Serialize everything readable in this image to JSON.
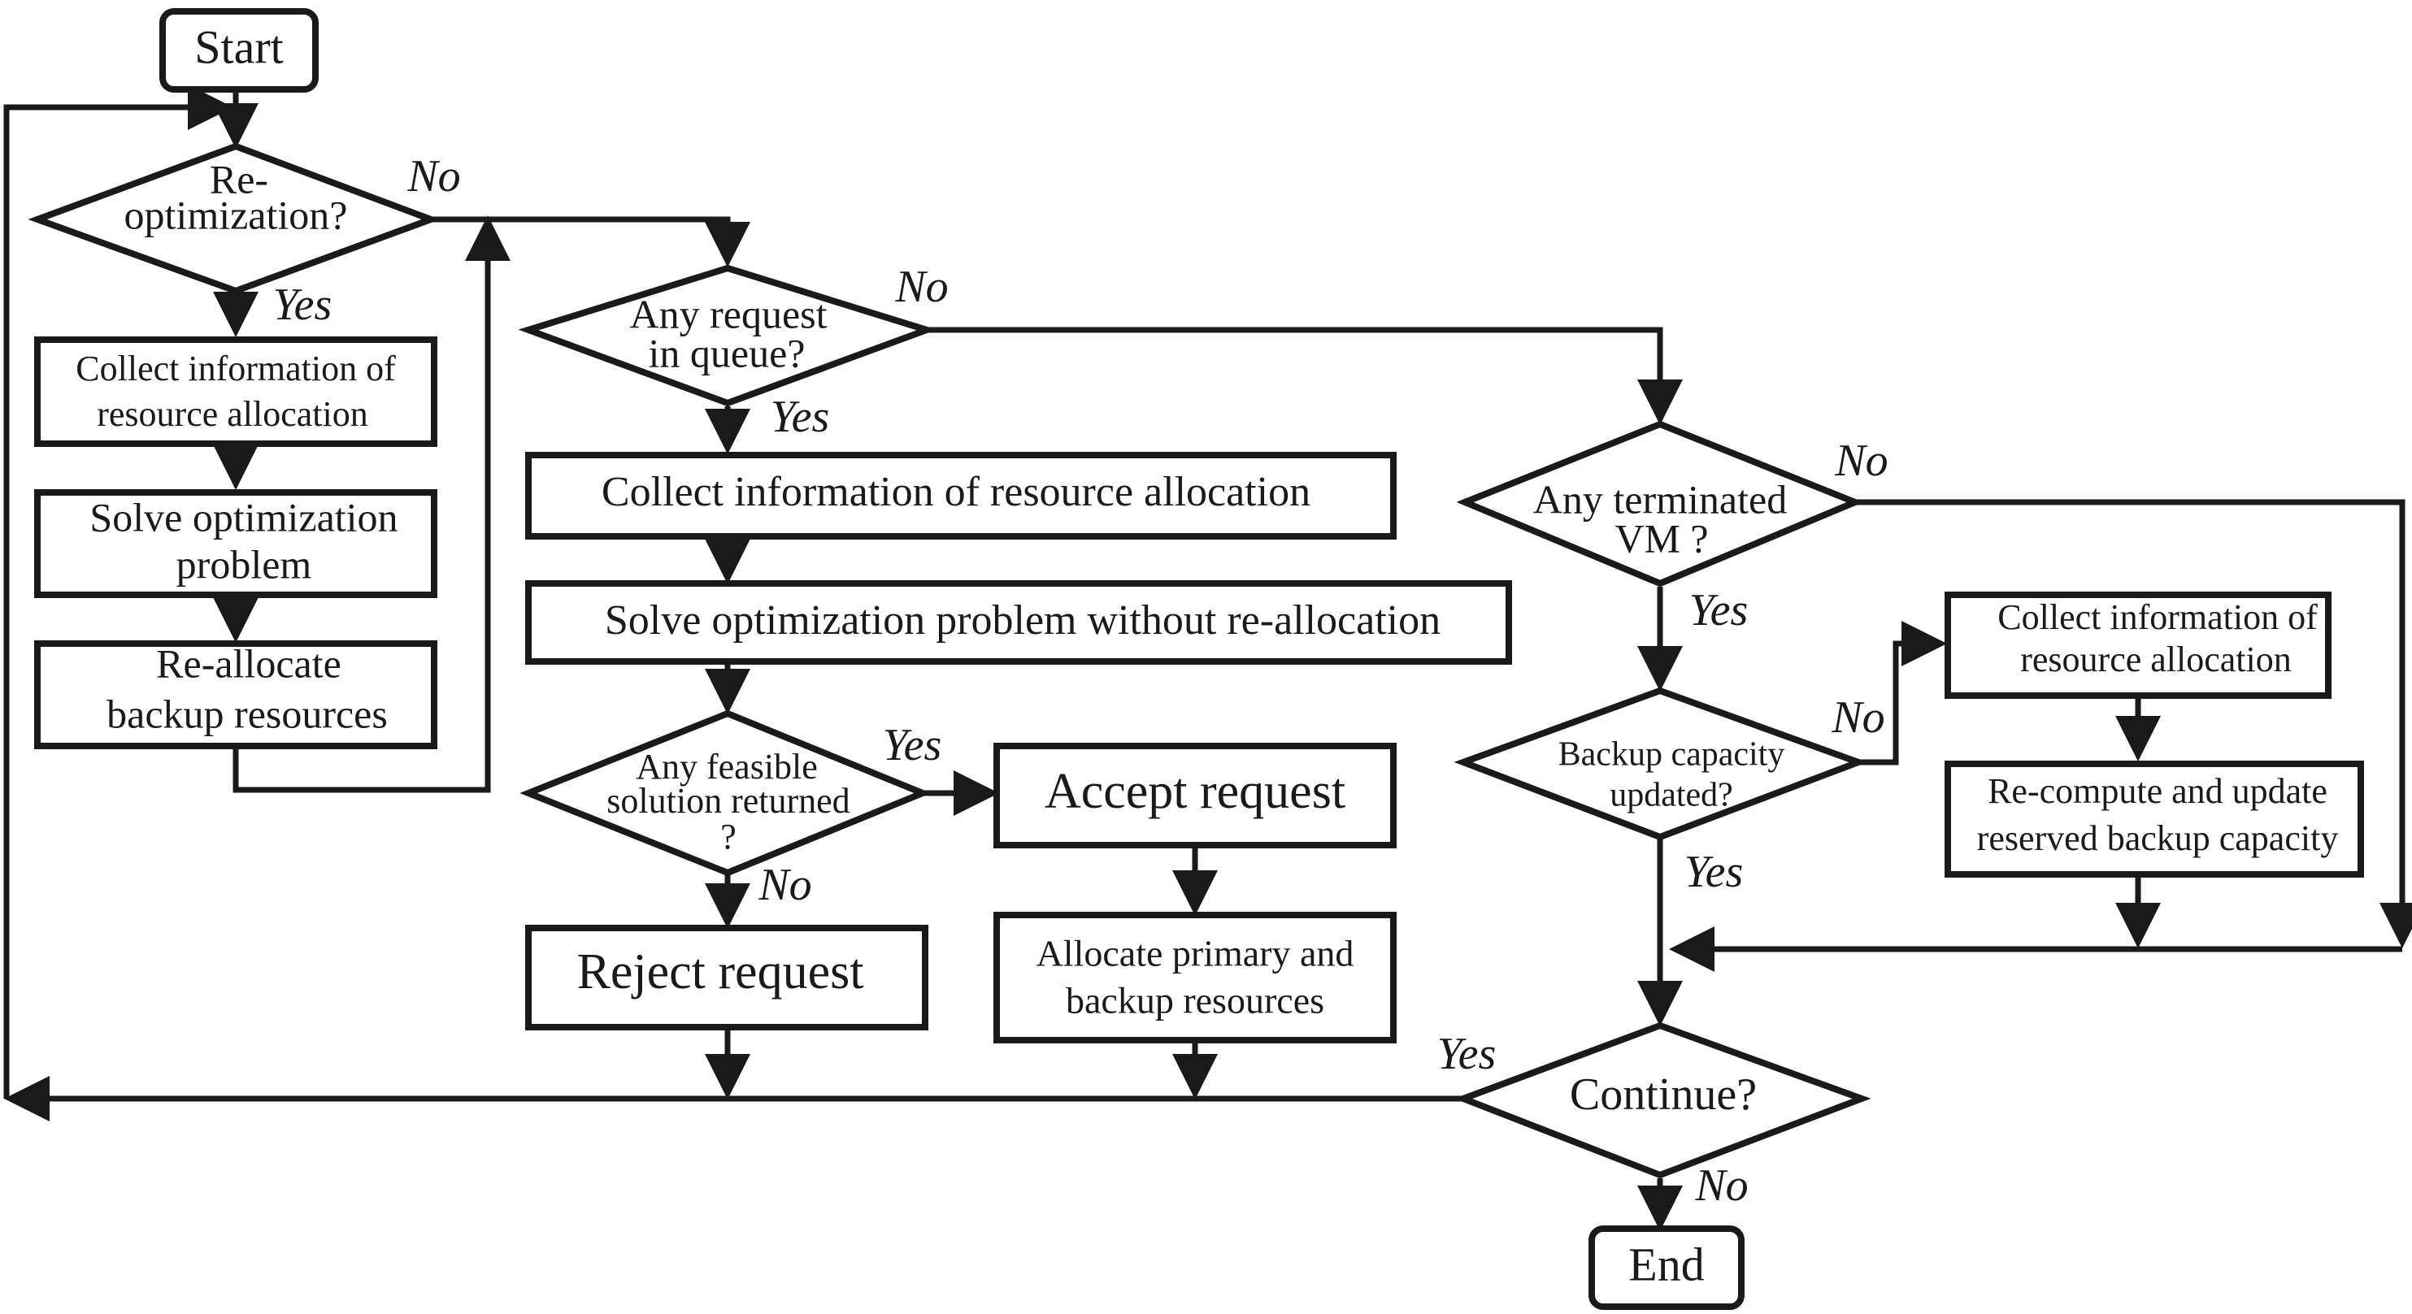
{
  "nodes": {
    "start": "Start",
    "reopt_q": [
      "Re-",
      "optimization?"
    ],
    "collect_left": [
      "Collect information of",
      "resource allocation"
    ],
    "solve_left": [
      "Solve optimization",
      "problem"
    ],
    "reallocate": [
      "Re-allocate",
      "backup resources"
    ],
    "request_q": [
      "Any request",
      "in queue?"
    ],
    "collect_mid": "Collect information of resource allocation",
    "solve_mid": "Solve optimization problem without re-allocation",
    "feasible_q": [
      "Any feasible",
      "solution returned",
      "?"
    ],
    "accept": "Accept request",
    "reject": "Reject request",
    "allocate": [
      "Allocate primary and",
      "backup resources"
    ],
    "terminated_q": [
      "Any terminated",
      "VM ?"
    ],
    "backup_q": [
      "Backup capacity",
      "updated?"
    ],
    "collect_right": [
      "Collect information of",
      "resource allocation"
    ],
    "recompute": [
      "Re-compute and update",
      "reserved backup capacity"
    ],
    "continue_q": "Continue?",
    "end": "End"
  },
  "edge_labels": {
    "reopt_no": "No",
    "reopt_yes": "Yes",
    "request_no": "No",
    "request_yes": "Yes",
    "feasible_yes": "Yes",
    "feasible_no": "No",
    "terminated_no": "No",
    "terminated_yes": "Yes",
    "backup_no": "No",
    "backup_yes": "Yes",
    "continue_yes": "Yes",
    "continue_no": "No"
  }
}
